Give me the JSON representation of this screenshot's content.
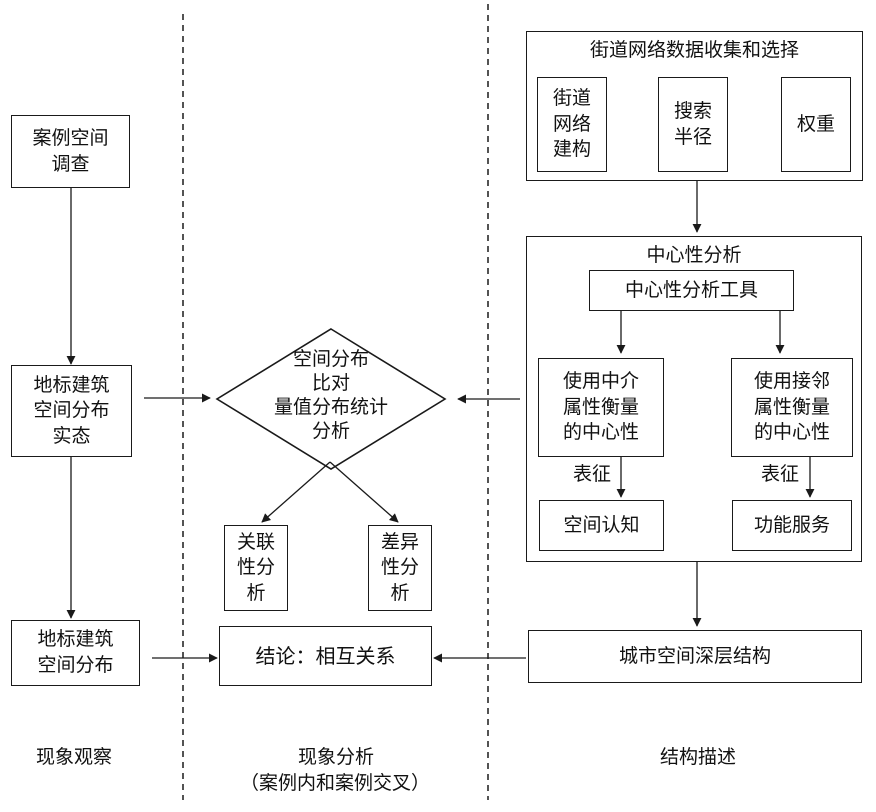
{
  "columns": {
    "observation": "现象观察",
    "analysis": "现象分析",
    "analysis_sub": "（案例内和案例交叉）",
    "structure": "结构描述"
  },
  "left": {
    "survey": "案例空间\n调查",
    "state": "地标建筑\n空间分布\n实态",
    "distribution": "地标建筑\n空间分布"
  },
  "middle": {
    "diamond": "空间分布\n比对\n量值分布统计\n分析",
    "correlation": "关联\n性分\n析",
    "difference": "差异\n性分\n析",
    "conclusion": "结论：相互关系"
  },
  "right": {
    "collect": {
      "title": "街道网络数据收集和选择",
      "network": "街道\n网络\n建构",
      "radius": "搜索\n半径",
      "weight": "权重"
    },
    "centrality": {
      "title": "中心性分析",
      "tool": "中心性分析工具",
      "betweenness": "使用中介\n属性衡量\n的中心性",
      "closeness": "使用接邻\n属性衡量\n的中心性",
      "repr_left": "表征",
      "repr_right": "表征",
      "cognition": "空间认知",
      "service": "功能服务"
    },
    "deep": "城市空间深层结构"
  }
}
